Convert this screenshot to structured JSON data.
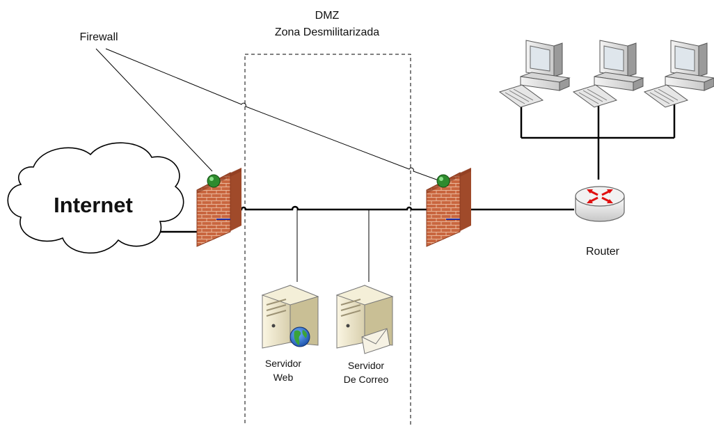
{
  "dmz": {
    "title": "DMZ",
    "subtitle": "Zona Desmilitarizada"
  },
  "labels": {
    "firewall": "Firewall",
    "internet": "Internet",
    "router": "Router",
    "web_server_line1": "Servidor",
    "web_server_line2": "Web",
    "mail_server_line1": "Servidor",
    "mail_server_line2": "De Correo"
  },
  "colors": {
    "brick": "#c8643c",
    "brick_dark": "#a04a2a",
    "firewall_light": "#2e8b2e",
    "router_arrow": "#e01010",
    "line": "#000000"
  },
  "icons": {
    "internet": "cloud-icon",
    "firewall": "brick-wall-icon",
    "router": "router-icon",
    "server": "server-tower-icon",
    "workstation": "desktop-computer-icon"
  }
}
